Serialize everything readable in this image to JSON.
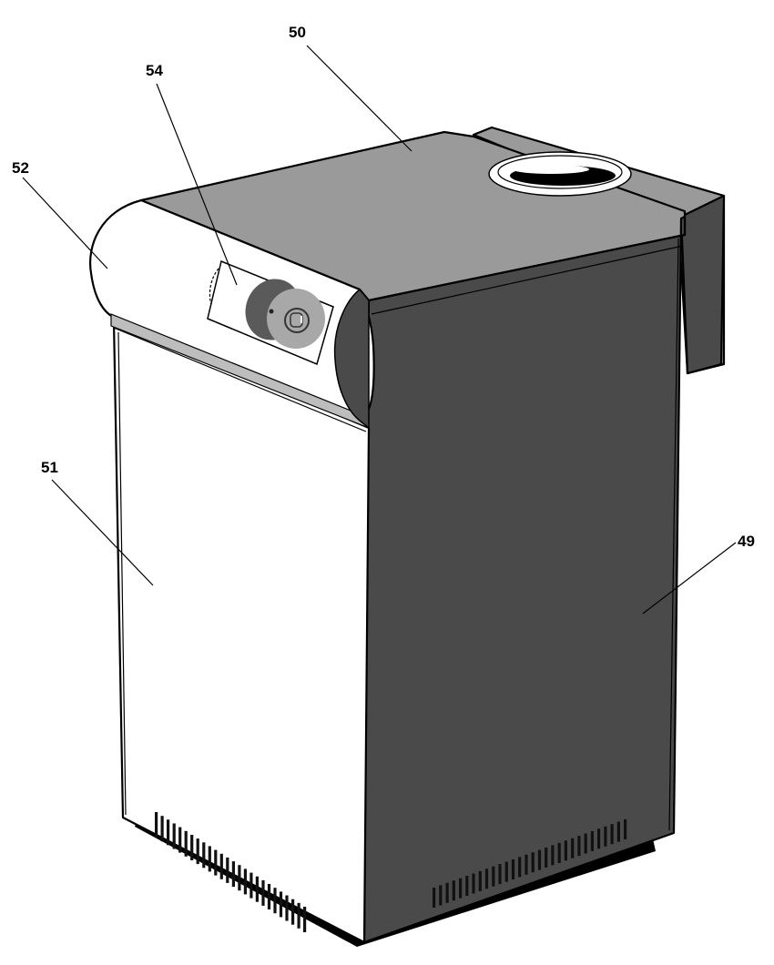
{
  "figure": {
    "subject": "boiler unit isometric view",
    "colors": {
      "background": "#ffffff",
      "top_panel": "#9a9a9a",
      "side_panel": "#4a4a4a",
      "rear_box": "#484848",
      "front_panel": "#ffffff",
      "outline": "#000000",
      "dial_dark": "#5a5a5a",
      "dial_light": "#a8a8a8"
    },
    "callouts": [
      {
        "id": "49",
        "label": "49",
        "part": "side-panel"
      },
      {
        "id": "50",
        "label": "50",
        "part": "top-cover"
      },
      {
        "id": "51",
        "label": "51",
        "part": "front-door"
      },
      {
        "id": "52",
        "label": "52",
        "part": "control-housing"
      },
      {
        "id": "54",
        "label": "54",
        "part": "control-panel-dial"
      }
    ],
    "vents": {
      "front_slot_count": 26,
      "side_slot_count": 30
    }
  }
}
